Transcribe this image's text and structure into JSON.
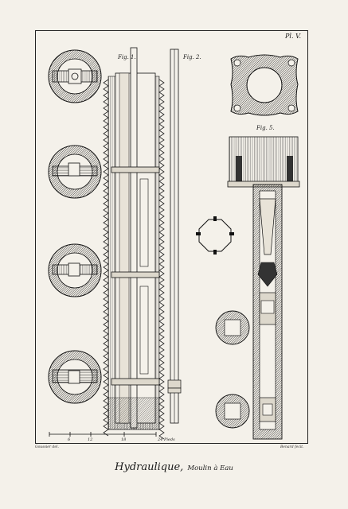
{
  "plate": {
    "number": "Pl. V."
  },
  "figures": {
    "fig1": "Fig. 1.",
    "fig2": "Fig. 2.",
    "fig5": "Fig. 5."
  },
  "scale": {
    "ticks": [
      "6",
      "12",
      "18"
    ],
    "unit": "24 Pieds"
  },
  "credits": {
    "left": "Goussier del.",
    "right": "Benard fecit."
  },
  "title": {
    "main": "Hydraulique,",
    "sub": "Moulin à Eau"
  }
}
